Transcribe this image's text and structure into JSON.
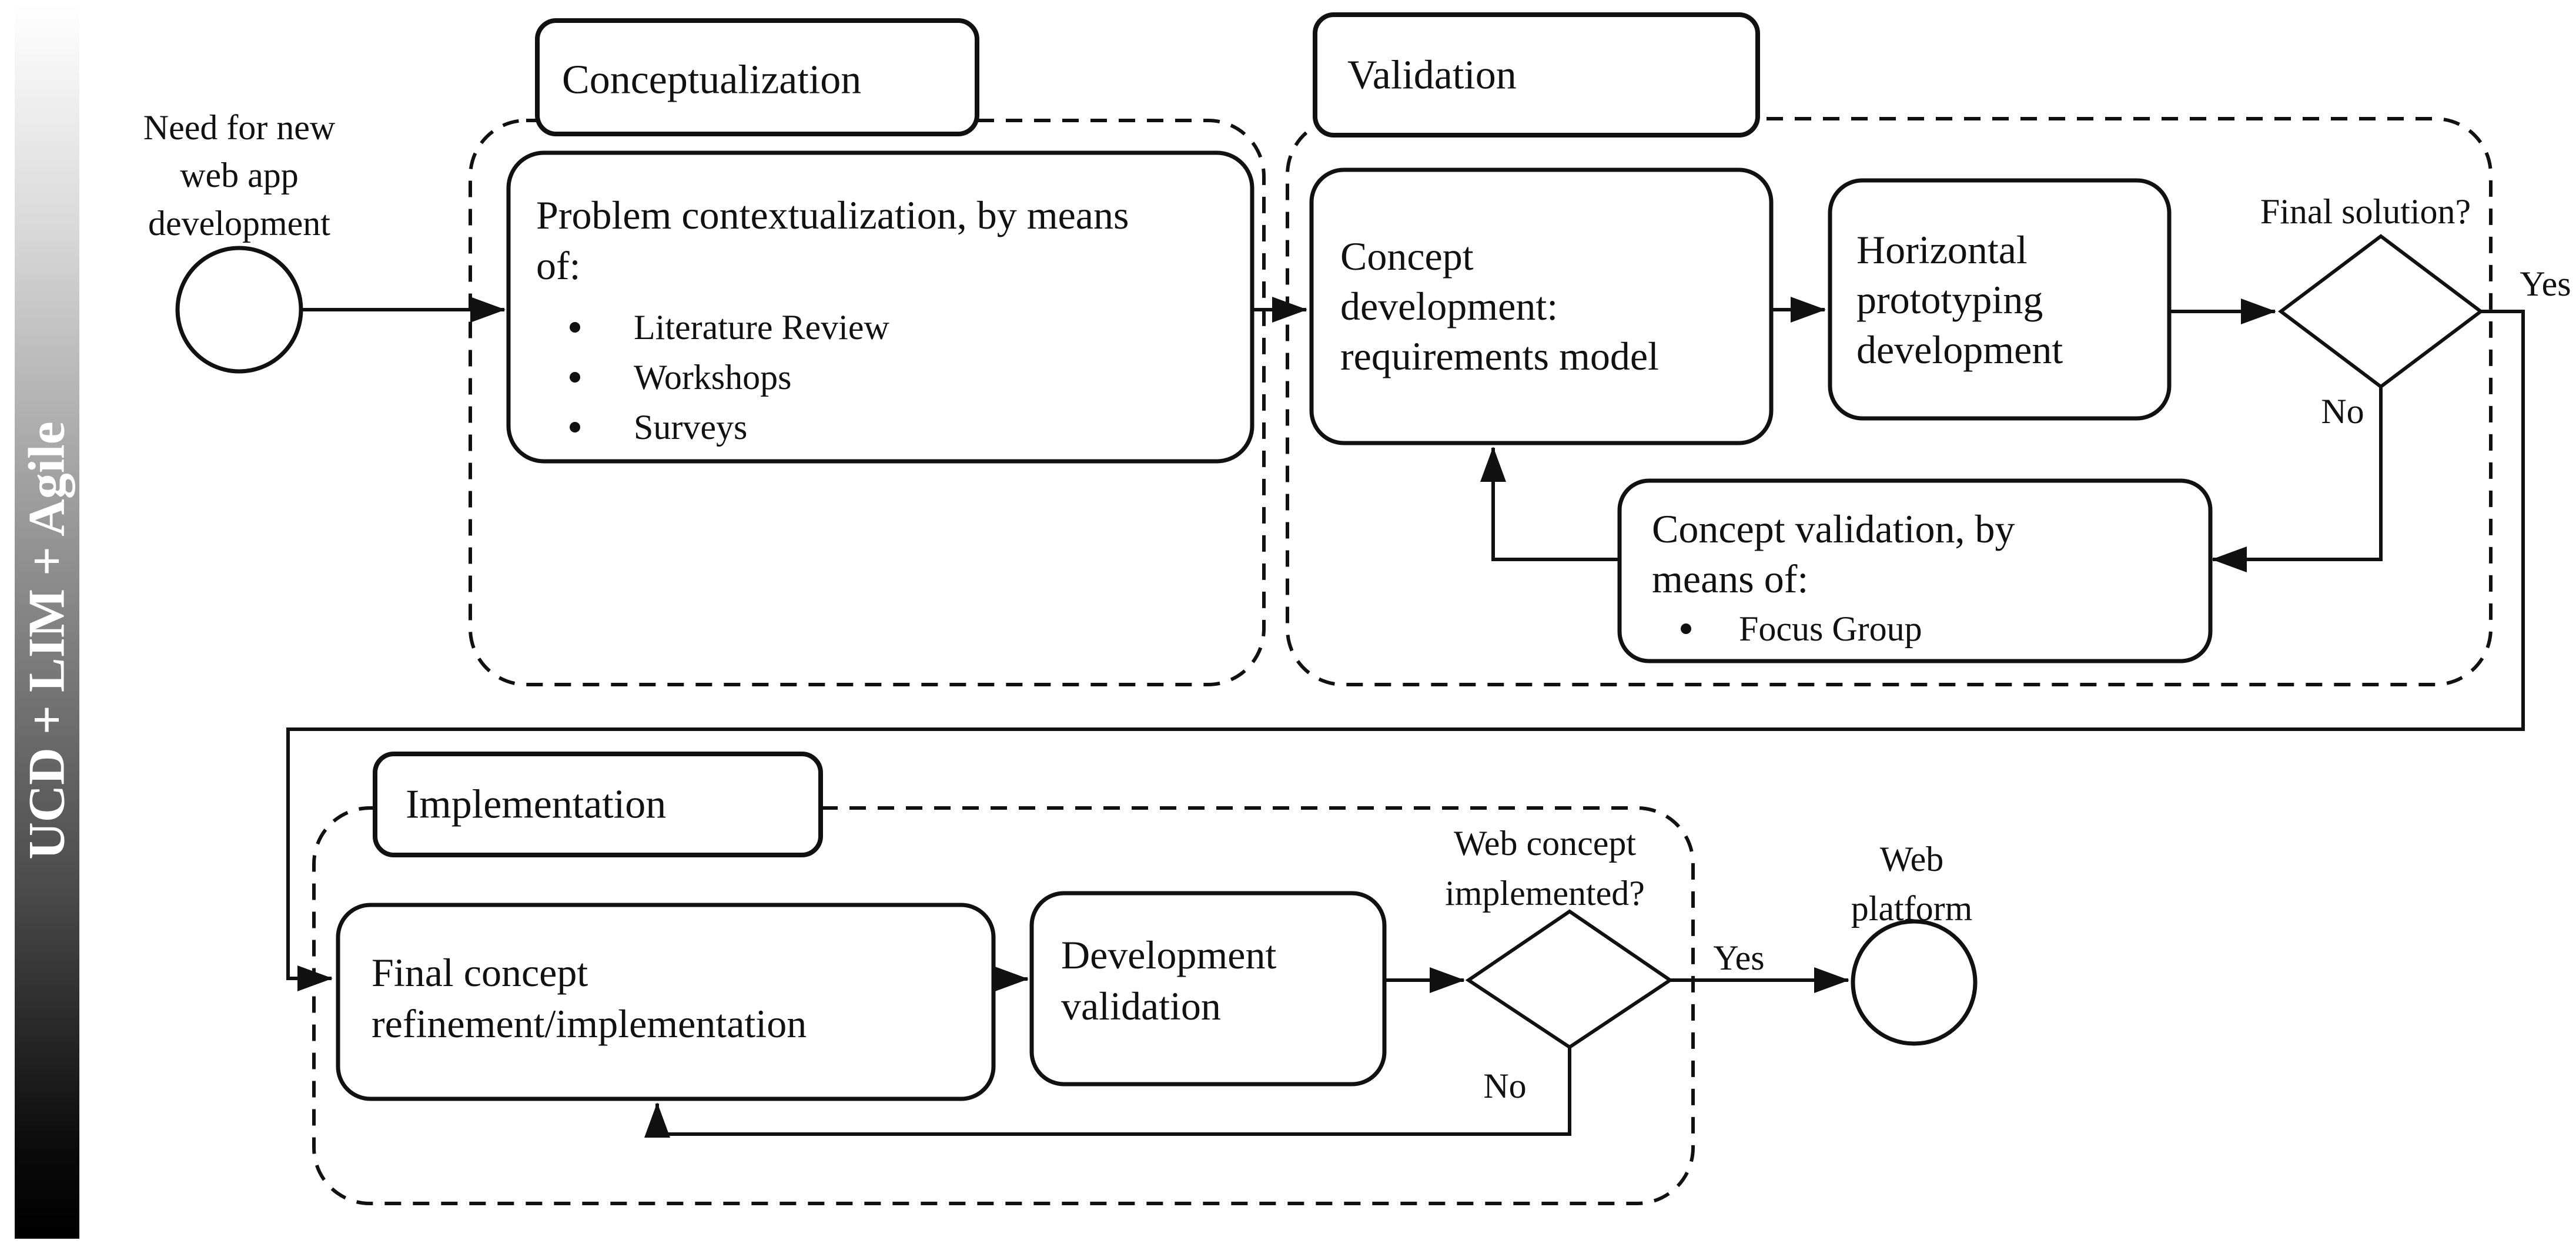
{
  "sidebar": {
    "label": "UCD + LIM + Agile"
  },
  "start": {
    "lines": [
      "Need for new",
      "web app",
      "development"
    ]
  },
  "conceptualization": {
    "label": "Conceptualization",
    "problem_box": {
      "line1": "Problem contextualization, by means",
      "line2": "of:",
      "bullets": [
        "Literature Review",
        "Workshops",
        "Surveys"
      ]
    }
  },
  "validation": {
    "label": "Validation",
    "concept_development": {
      "lines": [
        "Concept",
        "development:",
        "requirements model"
      ]
    },
    "horizontal_prototyping": {
      "lines": [
        "Horizontal",
        "prototyping",
        "development"
      ]
    },
    "decision": {
      "question": "Final solution?",
      "yes": "Yes",
      "no": "No"
    },
    "concept_validation": {
      "line1": "Concept validation, by",
      "line2": "means of:",
      "bullets": [
        "Focus Group"
      ]
    }
  },
  "implementation": {
    "label": "Implementation",
    "final_concept": {
      "lines": [
        "Final concept",
        "refinement/implementation"
      ]
    },
    "development_validation": {
      "lines": [
        "Development",
        "validation"
      ]
    },
    "decision": {
      "question_lines": [
        "Web concept",
        "implemented?"
      ],
      "yes": "Yes",
      "no": "No"
    }
  },
  "end": {
    "lines": [
      "Web",
      "platform"
    ]
  },
  "colors": {
    "ink": "#111111",
    "background": "#ffffff",
    "sidebar_top": "#f8f8f8",
    "sidebar_bottom": "#000000"
  }
}
